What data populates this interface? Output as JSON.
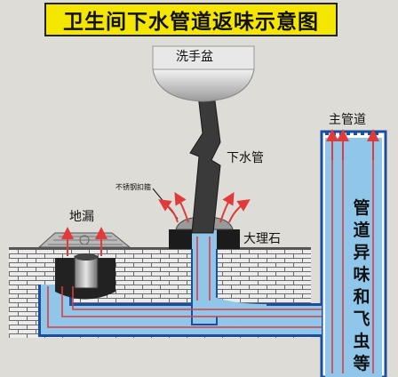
{
  "title": "卫生间下水管道返味示意图",
  "labels": {
    "floor_drain": "地漏",
    "wash_basin": "洗手盆",
    "drain_pipe": "下水管",
    "main_pipe": "主管道",
    "marble": "大理石",
    "stainless_clamp": "不锈钢扣箍",
    "odor_and_insects": "管道异味和飞虫等"
  },
  "colors": {
    "title_bg": "#f4e600",
    "water": "#8fc6ea",
    "pipe_outline": "#1a4f9e",
    "odor_arrow": "#e23a3a",
    "brick": "#eeeeee",
    "drain_pipe_dark": "#3a3a3a"
  },
  "icons": [
    "red-arrow-icon"
  ]
}
